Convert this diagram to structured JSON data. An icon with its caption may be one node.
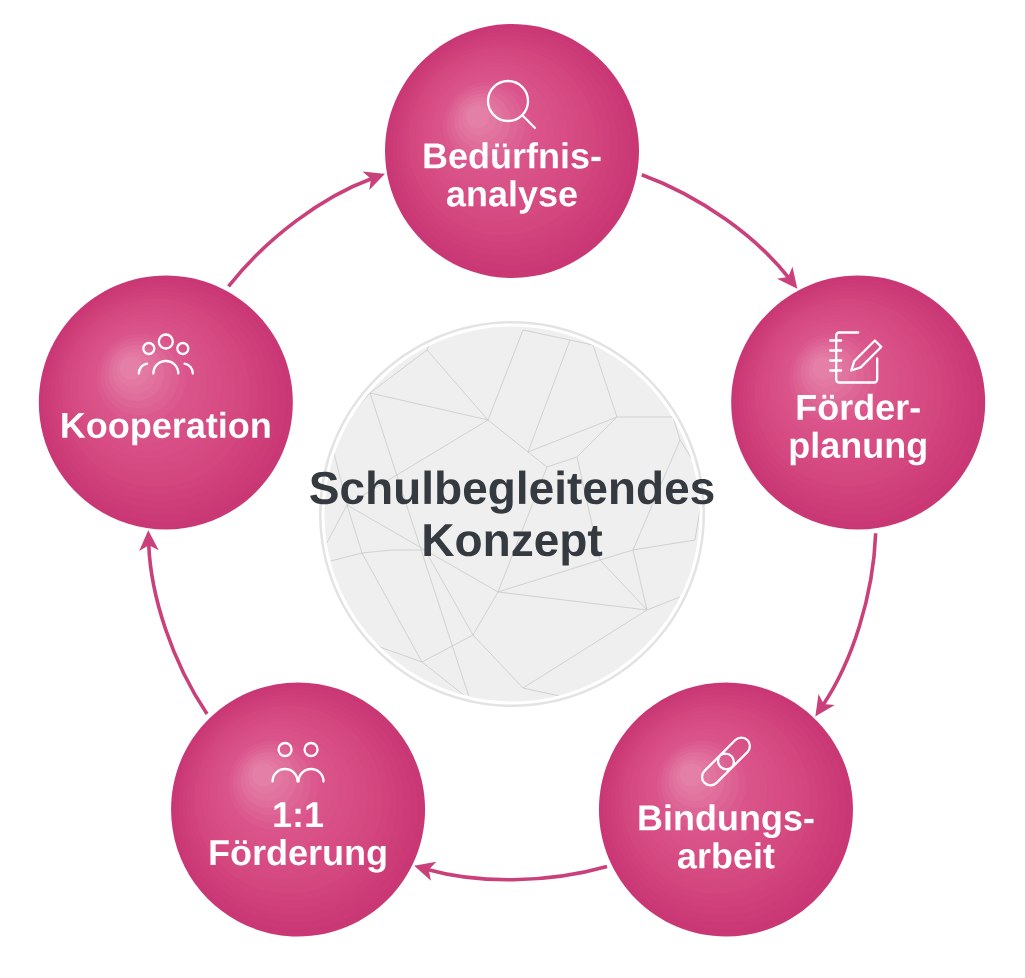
{
  "diagram": {
    "nodes": [
      {
        "text": [
          "Bedürfnis- analyse"
        ]
      },
      {
        "text": [
          "Förder- planung"
        ]
      },
      {
        "text": [
          "Bindungs- arbeit"
        ]
      },
      {
        "text": [
          "1:1 Förderung"
        ]
      },
      {
        "text": [
          "Kooperation"
        ]
      },
      {
        "text": [
          "Schulbegleitendes Konzept"
        ]
      }
    ],
    "edges": [
      {
        "from": 0,
        "to": 1,
        "arrow": "to"
      },
      {
        "from": 1,
        "to": 2,
        "arrow": "to"
      },
      {
        "from": 2,
        "to": 3,
        "arrow": "to"
      },
      {
        "from": 3,
        "to": 4,
        "arrow": "to"
      },
      {
        "from": 4,
        "to": 0,
        "arrow": "to"
      }
    ]
  }
}
